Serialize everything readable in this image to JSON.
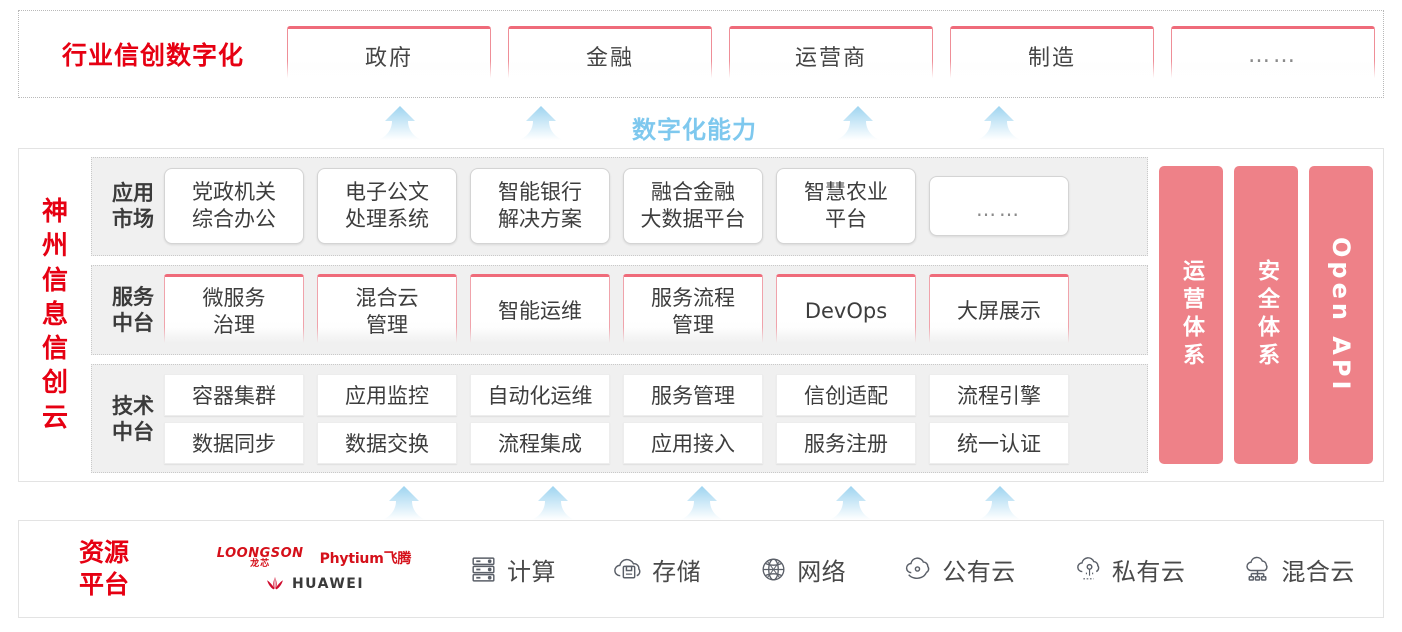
{
  "industry": {
    "title": "行业信创数字化",
    "cards": [
      "政府",
      "金融",
      "运营商",
      "制造",
      "……"
    ]
  },
  "capability": {
    "label": "数字化能力",
    "arrow_icon": "up-arrow-icon",
    "arrow_count": 4
  },
  "cloud": {
    "title_chars": [
      "神",
      "州",
      "信",
      "息",
      "信",
      "创",
      "云"
    ],
    "rows": [
      {
        "label_lines": [
          "应用",
          "市场"
        ],
        "name": "app-market",
        "cards": [
          "党政机关\n综合办公",
          "电子公文\n处理系统",
          "智能银行\n解决方案",
          "融合金融\n大数据平台",
          "智慧农业\n平台"
        ],
        "ellipsis": "……"
      },
      {
        "label_lines": [
          "服务",
          "中台"
        ],
        "name": "service-middle-platform",
        "cards": [
          "微服务\n治理",
          "混合云\n管理",
          "智能运维",
          "服务流程\n管理",
          "DevOps",
          "大屏展示"
        ]
      },
      {
        "label_lines": [
          "技术",
          "中台"
        ],
        "name": "tech-middle-platform",
        "line1": [
          "容器集群",
          "应用监控",
          "自动化运维",
          "服务管理",
          "信创适配",
          "流程引擎"
        ],
        "line2": [
          "数据同步",
          "数据交换",
          "流程集成",
          "应用接入",
          "服务注册",
          "统一认证"
        ]
      }
    ],
    "pillars": [
      {
        "name": "operations-system",
        "text": "运营体系",
        "latin": false
      },
      {
        "name": "security-system",
        "text": "安全体系",
        "latin": false
      },
      {
        "name": "open-api",
        "text": "Open API",
        "latin": true
      }
    ]
  },
  "bottom_arrows": {
    "arrow_icon": "up-arrow-icon",
    "arrow_count": 5
  },
  "resource": {
    "title_lines": [
      "资源",
      "平台"
    ],
    "vendors": {
      "loongson_en": "LOONGSON",
      "loongson_cn": "龙芯",
      "phytium": "Phytium飞腾",
      "huawei": "HUAWEI"
    },
    "items": [
      {
        "icon": "server-rack-icon",
        "label": "计算"
      },
      {
        "icon": "cloud-storage-icon",
        "label": "存储"
      },
      {
        "icon": "network-globe-icon",
        "label": "网络"
      },
      {
        "icon": "public-cloud-icon",
        "label": "公有云"
      },
      {
        "icon": "private-cloud-icon",
        "label": "私有云"
      },
      {
        "icon": "hybrid-cloud-icon",
        "label": "混合云"
      }
    ]
  },
  "colors": {
    "brand_red": "#e60012",
    "accent_pink": "#ef6b7a",
    "pillar_pink": "#ee8188",
    "arrow_blue": "#9ed4f0",
    "capability_blue": "#7ec8ee"
  }
}
